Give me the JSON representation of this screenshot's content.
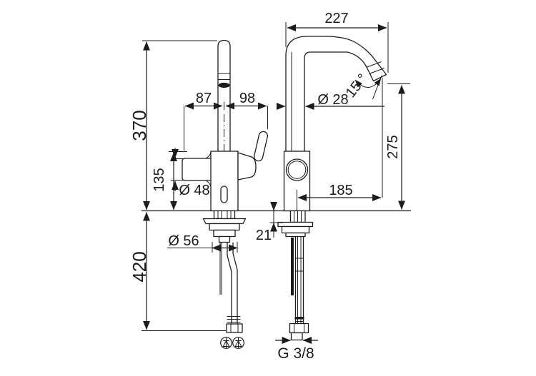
{
  "colors": {
    "line": "#1c1c1c",
    "background": "#ffffff",
    "outlet_fill": "#111111"
  },
  "dimensions": {
    "overall_depth": "227",
    "spout_rear_offset": "87",
    "handle_offset": "98",
    "spout_diameter": "Ø 28",
    "overall_height": "370",
    "body_height": "135",
    "body_diameter": "Ø 48",
    "outlet_height": "275",
    "spout_reach": "185",
    "base_diameter": "Ø 56",
    "base_height": "21",
    "under_counter_length": "420",
    "outlet_angle": "15 °",
    "connection_thread": "G 3/8"
  },
  "icons": {
    "check_valve_left": "check-valve-icon",
    "check_valve_right": "check-valve-icon"
  }
}
